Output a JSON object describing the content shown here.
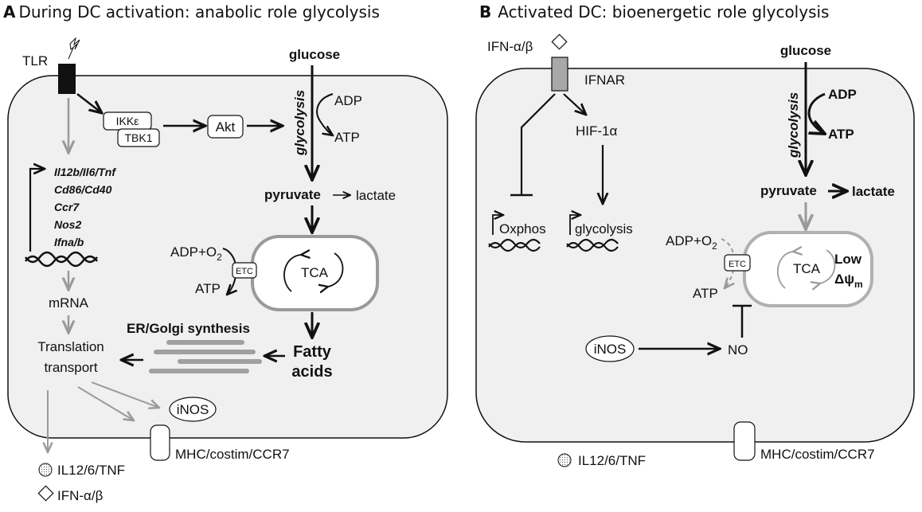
{
  "panel_a": {
    "letter": "A",
    "title": "During DC activation: anabolic role glycolysis",
    "tlr": "TLR",
    "ikke": "IKKε",
    "tbk1": "TBK1",
    "akt": "Akt",
    "glucose": "glucose",
    "glycolysis": "glycolysis",
    "adp": "ADP",
    "atp": "ATP",
    "pyruvate": "pyruvate",
    "lactate": "lactate",
    "genes": [
      "Il12b/Il6/Tnf",
      "Cd86/Cd40",
      "Ccr7",
      "Nos2",
      "Ifna/b"
    ],
    "adp_o2": "ADP+O",
    "o2_sub": "2",
    "etc": "ETC",
    "atp2": "ATP",
    "tca": "TCA",
    "mrna": "mRNA",
    "translation_l1": "Translation",
    "translation_l2": "transport",
    "er_golgi": "ER/Golgi synthesis",
    "fatty_l1": "Fatty",
    "fatty_l2": "acids",
    "inos": "iNOS",
    "mhc": "MHC/costim/CCR7",
    "il": "IL12/6/TNF",
    "ifn": "IFN-α/β"
  },
  "panel_b": {
    "letter": "B",
    "title": "Activated DC: bioenergetic role glycolysis",
    "ifn": "IFN-α/β",
    "ifnar": "IFNAR",
    "hif": "HIF-1α",
    "oxphos": "Oxphos",
    "glycolysis_gene": "glycolysis",
    "glucose": "glucose",
    "glycolysis": "glycolysis",
    "adp": "ADP",
    "atp": "ATP",
    "pyruvate": "pyruvate",
    "lactate": "lactate",
    "adp_o2": "ADP+O",
    "o2_sub": "2",
    "etc": "ETC",
    "atp2": "ATP",
    "tca": "TCA",
    "low": "Low",
    "delta_psi": "Δψ",
    "psi_sub": "m",
    "inos": "iNOS",
    "no": "NO",
    "il": "IL12/6/TNF",
    "mhc": "MHC/costim/CCR7"
  }
}
